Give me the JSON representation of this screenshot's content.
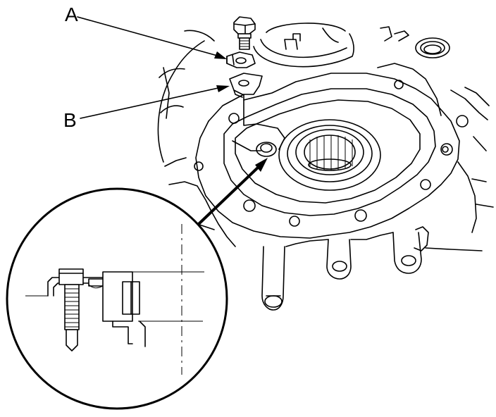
{
  "callouts": [
    {
      "id": "A",
      "label": "A"
    },
    {
      "id": "B",
      "label": "B"
    }
  ]
}
